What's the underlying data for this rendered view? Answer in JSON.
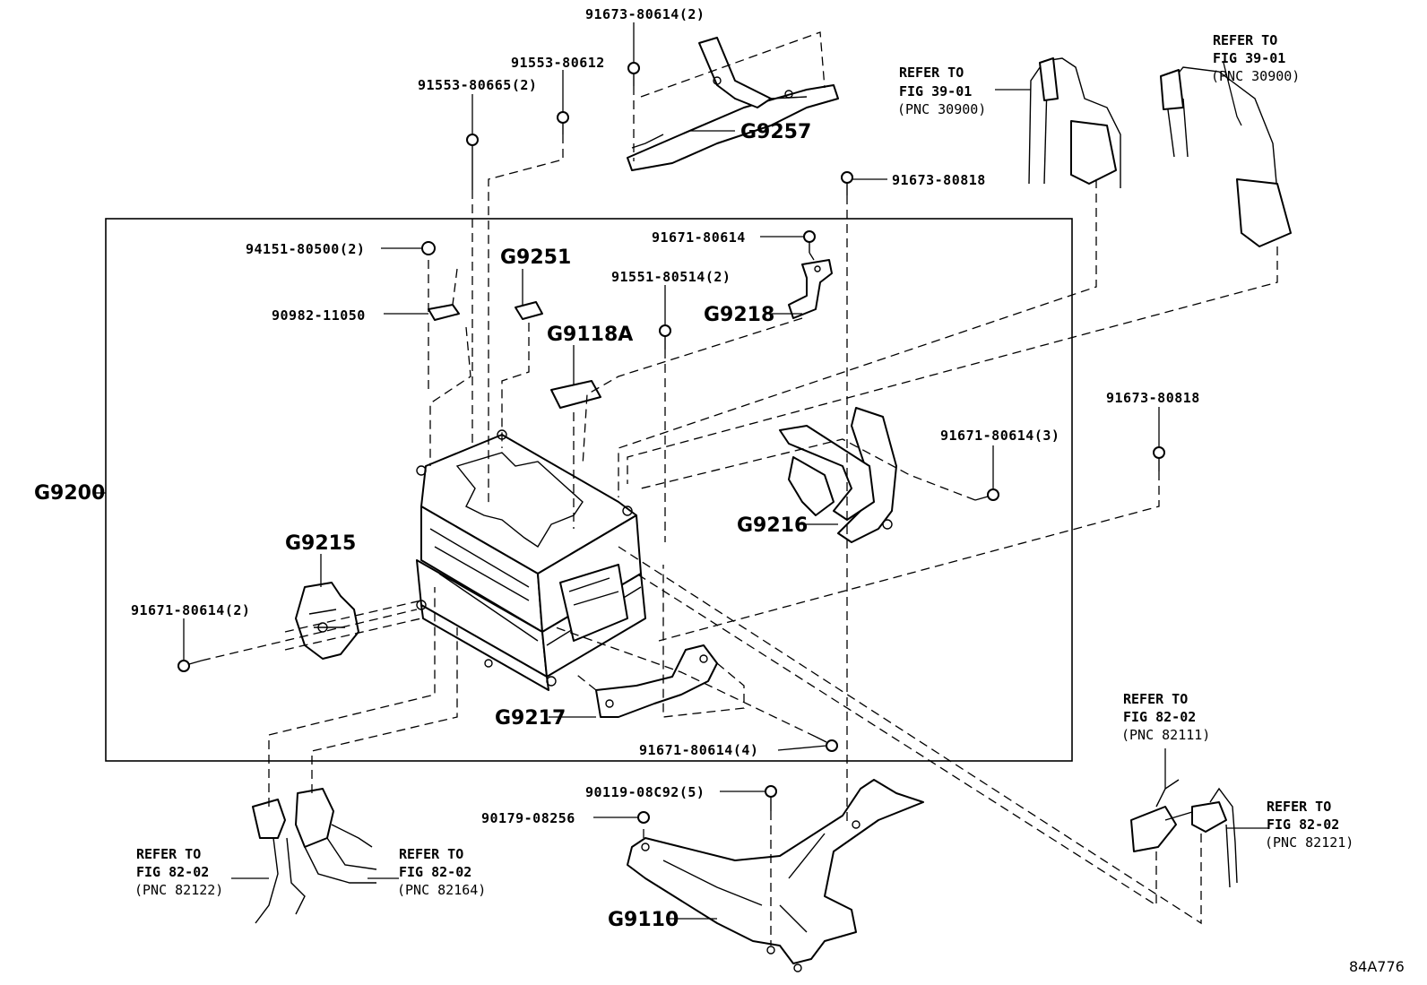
{
  "labels": {
    "p_91673_80614_2": "91673-80614(2)",
    "p_91553_80612": "91553-80612",
    "p_91553_80665_2": "91553-80665(2)",
    "p_g9257": "G9257",
    "p_91673_80818_a": "91673-80818",
    "p_94151_80500_2": "94151-80500(2)",
    "p_90982_11050": "90982-11050",
    "p_g9251": "G9251",
    "p_91671_80614": "91671-80614",
    "p_91551_80514_2": "91551-80514(2)",
    "p_g9218": "G9218",
    "p_g9118a": "G9118A",
    "p_91673_80818_b": "91673-80818",
    "p_91671_80614_3": "91671-80614(3)",
    "p_g9200": "G9200",
    "p_g9216": "G9216",
    "p_g9215": "G9215",
    "p_91671_80614_2": "91671-80614(2)",
    "p_g9217": "G9217",
    "p_91671_80614_4": "91671-80614(4)",
    "p_90119_08c92_5": "90119-08C92(5)",
    "p_90179_08256": "90179-08256",
    "p_g9110": "G9110"
  },
  "references": [
    {
      "line1": "REFER TO",
      "line2": "FIG 39-01",
      "line3": "(PNC 30900)"
    },
    {
      "line1": "REFER TO",
      "line2": "FIG 39-01",
      "line3": "(PNC 30900)"
    },
    {
      "line1": "REFER TO",
      "line2": "FIG 82-02",
      "line3": "(PNC 82111)"
    },
    {
      "line1": "REFER TO",
      "line2": "FIG 82-02",
      "line3": "(PNC 82121)"
    },
    {
      "line1": "REFER TO",
      "line2": "FIG 82-02",
      "line3": "(PNC 82122)"
    },
    {
      "line1": "REFER TO",
      "line2": "FIG 82-02",
      "line3": "(PNC 82164)"
    }
  ],
  "figure_id": "84A776"
}
